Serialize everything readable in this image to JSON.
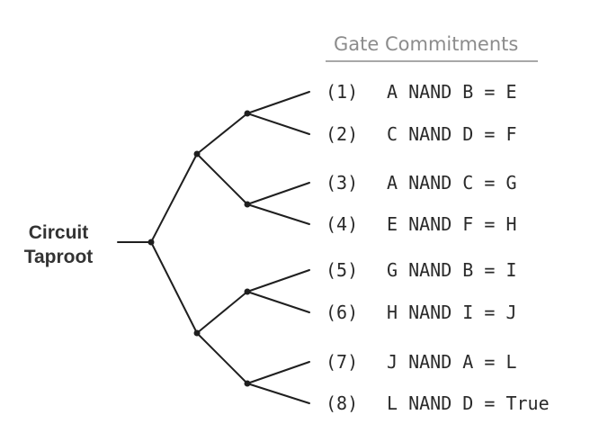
{
  "title": "Gate Commitments",
  "root": {
    "line1": "Circuit",
    "line2": "Taproot"
  },
  "gates": [
    {
      "num": "(1)",
      "expr": "A NAND B = E"
    },
    {
      "num": "(2)",
      "expr": "C NAND D = F"
    },
    {
      "num": "(3)",
      "expr": "A NAND C = G"
    },
    {
      "num": "(4)",
      "expr": "E NAND F = H"
    },
    {
      "num": "(5)",
      "expr": "G NAND B = I"
    },
    {
      "num": "(6)",
      "expr": "H NAND I = J"
    },
    {
      "num": "(7)",
      "expr": "J NAND A = L"
    },
    {
      "num": "(8)",
      "expr": "L NAND D = True"
    }
  ]
}
